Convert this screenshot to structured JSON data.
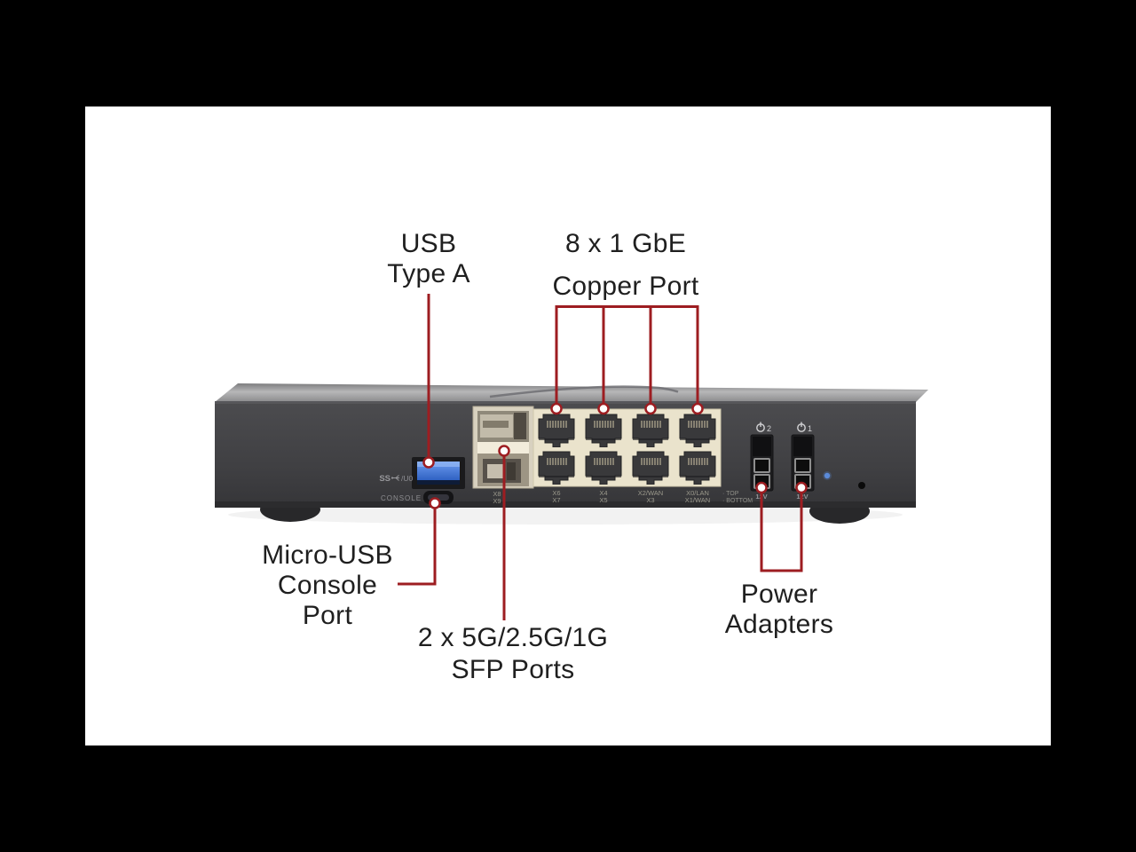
{
  "colors": {
    "background": "#000000",
    "canvas": "#ffffff",
    "annotation_red": "#9d1d21",
    "label_text": "#1f1f1f",
    "device_body": "#414144",
    "port_block_cream": "#eae3cc",
    "usb_blue": "#2f6fd8"
  },
  "callouts": {
    "usb_type_a": {
      "line1": "USB",
      "line2": "Type A"
    },
    "copper": {
      "line1": "8 x 1 GbE",
      "line2": "Copper Port"
    },
    "micro_usb": {
      "line1": "Micro-USB",
      "line2": "Console",
      "line3": "Port"
    },
    "sfp": {
      "line1": "2 x 5G/2.5G/1G",
      "line2": "SFP Ports"
    },
    "power": {
      "line1": "Power",
      "line2": "Adapters"
    }
  },
  "device": {
    "usb3_label_prefix": "SS",
    "usb3_label_suffix": "/U0",
    "console_label": "CONSOLE",
    "sfp_cage_labels": {
      "top": "X8",
      "bottom": "X9"
    },
    "port_columns": [
      {
        "top": "X6",
        "bottom": "X7"
      },
      {
        "top": "X4",
        "bottom": "X5"
      },
      {
        "top": "X2/WAN",
        "bottom": "X3"
      },
      {
        "top": "X0/LAN",
        "bottom": "X1/WAN"
      }
    ],
    "row_legend": {
      "top": "· TOP",
      "bottom": "· BOTTOM"
    },
    "power_inputs": [
      {
        "icon_digit": "2",
        "voltage": "12V"
      },
      {
        "icon_digit": "1",
        "voltage": "12V"
      }
    ]
  }
}
